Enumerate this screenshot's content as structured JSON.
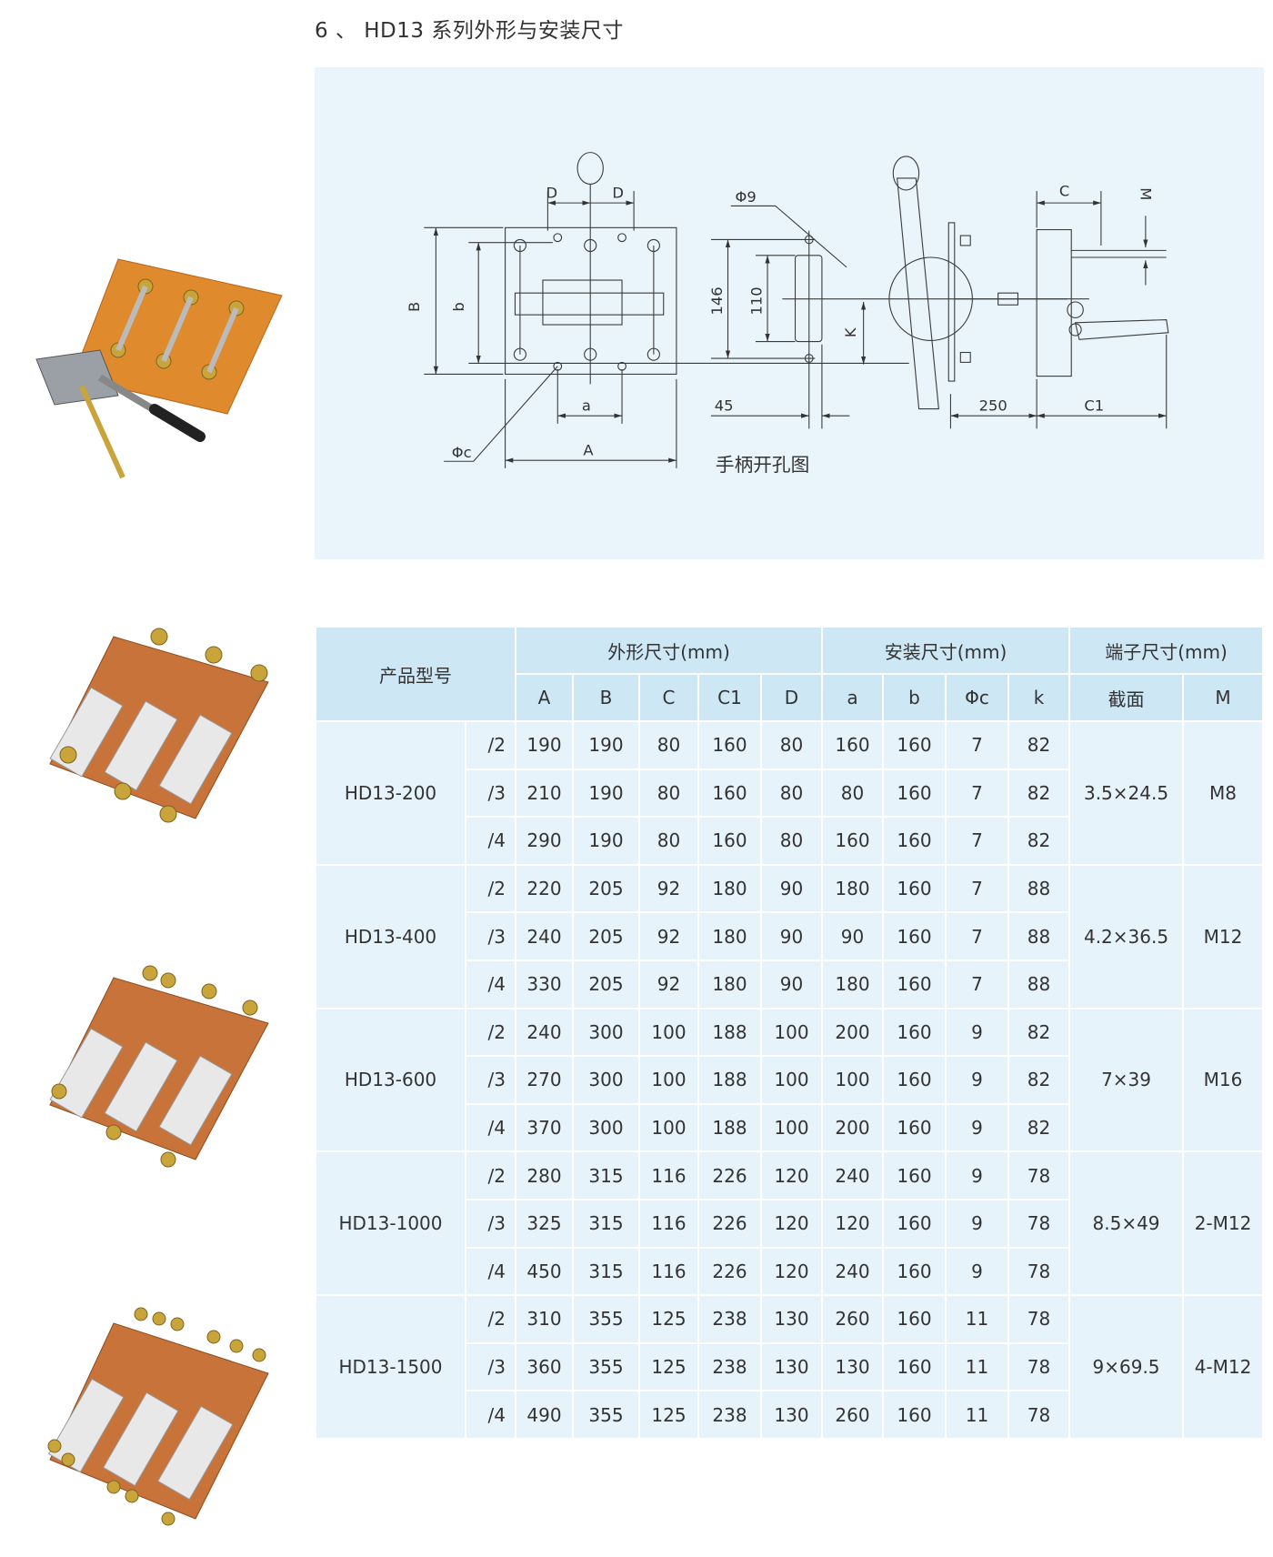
{
  "title": "6 、 HD13 系列外形与安装尺寸",
  "diagram": {
    "labels": {
      "D_left": "D",
      "D_right": "D",
      "B": "B",
      "b": "b",
      "a": "a",
      "A": "A",
      "phi_c": "Φc",
      "dim_146": "146",
      "dim_110": "110",
      "phi_9": "Φ9",
      "K": "K",
      "dim_45": "45",
      "dim_250": "250",
      "C": "C",
      "C1": "C1",
      "M": "M"
    },
    "caption": "手柄开孔图",
    "line_color": "#3a3a3a"
  },
  "table": {
    "header": {
      "model": "产品型号",
      "groups": [
        "外形尺寸(mm)",
        "安装尺寸(mm)",
        "端子尺寸(mm)"
      ],
      "columns": [
        "A",
        "B",
        "C",
        "C1",
        "D",
        "a",
        "b",
        "Φc",
        "k",
        "截面",
        "M"
      ]
    },
    "models": [
      {
        "name": "HD13-200",
        "section": "3.5×24.5",
        "M": "M8",
        "rows": [
          {
            "suffix": "/2",
            "values": [
              "190",
              "190",
              "80",
              "160",
              "80",
              "160",
              "160",
              "7",
              "82"
            ]
          },
          {
            "suffix": "/3",
            "values": [
              "210",
              "190",
              "80",
              "160",
              "80",
              "80",
              "160",
              "7",
              "82"
            ]
          },
          {
            "suffix": "/4",
            "values": [
              "290",
              "190",
              "80",
              "160",
              "80",
              "160",
              "160",
              "7",
              "82"
            ]
          }
        ]
      },
      {
        "name": "HD13-400",
        "section": "4.2×36.5",
        "M": "M12",
        "rows": [
          {
            "suffix": "/2",
            "values": [
              "220",
              "205",
              "92",
              "180",
              "90",
              "180",
              "160",
              "7",
              "88"
            ]
          },
          {
            "suffix": "/3",
            "values": [
              "240",
              "205",
              "92",
              "180",
              "90",
              "90",
              "160",
              "7",
              "88"
            ]
          },
          {
            "suffix": "/4",
            "values": [
              "330",
              "205",
              "92",
              "180",
              "90",
              "180",
              "160",
              "7",
              "88"
            ]
          }
        ]
      },
      {
        "name": "HD13-600",
        "section": "7×39",
        "M": "M16",
        "rows": [
          {
            "suffix": "/2",
            "values": [
              "240",
              "300",
              "100",
              "188",
              "100",
              "200",
              "160",
              "9",
              "82"
            ]
          },
          {
            "suffix": "/3",
            "values": [
              "270",
              "300",
              "100",
              "188",
              "100",
              "100",
              "160",
              "9",
              "82"
            ]
          },
          {
            "suffix": "/4",
            "values": [
              "370",
              "300",
              "100",
              "188",
              "100",
              "200",
              "160",
              "9",
              "82"
            ]
          }
        ]
      },
      {
        "name": "HD13-1000",
        "section": "8.5×49",
        "M": "2-M12",
        "rows": [
          {
            "suffix": "/2",
            "values": [
              "280",
              "315",
              "116",
              "226",
              "120",
              "240",
              "160",
              "9",
              "78"
            ]
          },
          {
            "suffix": "/3",
            "values": [
              "325",
              "315",
              "116",
              "226",
              "120",
              "120",
              "160",
              "9",
              "78"
            ]
          },
          {
            "suffix": "/4",
            "values": [
              "450",
              "315",
              "116",
              "226",
              "120",
              "240",
              "160",
              "9",
              "78"
            ]
          }
        ]
      },
      {
        "name": "HD13-1500",
        "section": "9×69.5",
        "M": "4-M12",
        "rows": [
          {
            "suffix": "/2",
            "values": [
              "310",
              "355",
              "125",
              "238",
              "130",
              "260",
              "160",
              "11",
              "78"
            ]
          },
          {
            "suffix": "/3",
            "values": [
              "360",
              "355",
              "125",
              "238",
              "130",
              "130",
              "160",
              "11",
              "78"
            ]
          },
          {
            "suffix": "/4",
            "values": [
              "490",
              "355",
              "125",
              "238",
              "130",
              "260",
              "160",
              "11",
              "78"
            ]
          }
        ]
      }
    ]
  },
  "colors": {
    "header_bg": "#cde7f5",
    "body_bg": "#e6f3fb",
    "panel_bg": "#e9f4fb",
    "copper": "#d9812f",
    "brass": "#c9a43a"
  }
}
